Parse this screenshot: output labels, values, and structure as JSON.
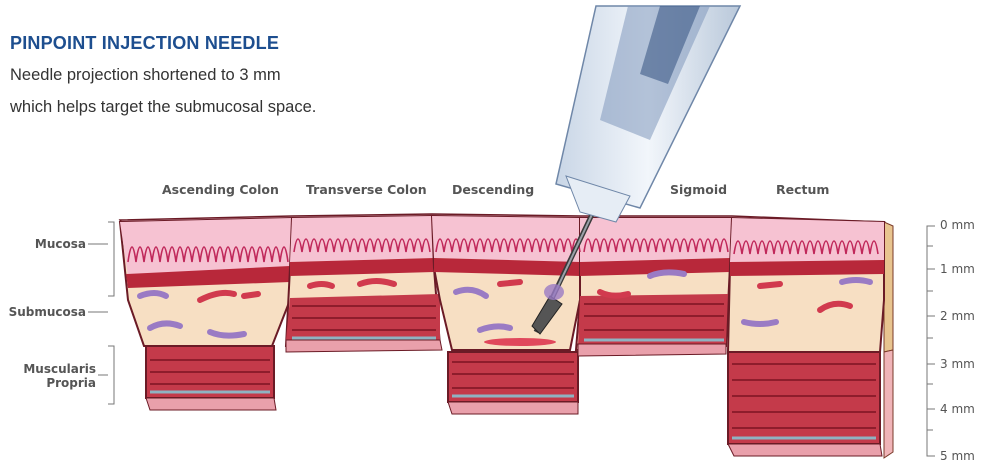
{
  "header": {
    "title": "PINPOINT INJECTION NEEDLE",
    "line1": "Needle projection shortened to 3 mm",
    "line2": "which helps target the submucosal space."
  },
  "segments": [
    {
      "label": "Ascending Colon"
    },
    {
      "label": "Transverse Colon"
    },
    {
      "label": "Descending"
    },
    {
      "label": "Sigmoid"
    },
    {
      "label": "Rectum"
    }
  ],
  "layers": {
    "mucosa": "Mucosa",
    "submucosa": "Submucosa",
    "muscularis_line1": "Muscularis",
    "muscularis_line2": "Propria"
  },
  "depth_scale": [
    "0 mm",
    "1 mm",
    "2 mm",
    "3 mm",
    "4 mm",
    "5 mm"
  ],
  "colors": {
    "title": "#1d4e8f",
    "mucosa": "#f6c6d6",
    "submucosa": "#f7dfc3",
    "muscle": "#c43a4a",
    "outline": "#5a1620"
  }
}
